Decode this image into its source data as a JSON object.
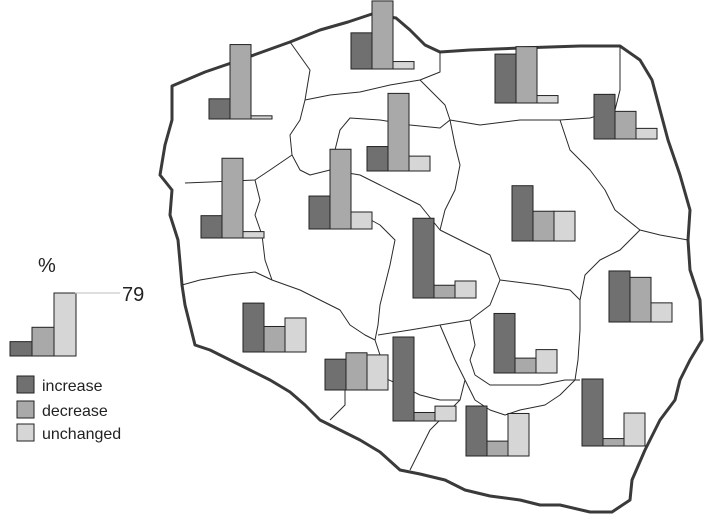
{
  "legend": {
    "unit": "%",
    "max_label": "79",
    "example_values": [
      18,
      36,
      79
    ],
    "items": [
      {
        "key": "increase",
        "label": "increase",
        "color": "#707070"
      },
      {
        "key": "decrease",
        "label": "decrease",
        "color": "#a9a9a9"
      },
      {
        "key": "unchanged",
        "label": "unchanged",
        "color": "#d6d6d6"
      }
    ]
  },
  "colors": {
    "border": "#3a3a3a",
    "background": "#ffffff"
  },
  "chart_data": {
    "type": "bar",
    "categories": [
      "increase",
      "decrease",
      "unchanged"
    ],
    "ylim": [
      0,
      79
    ],
    "regions": [
      {
        "values": [
          19,
          70,
          3
        ]
      },
      {
        "values": [
          34,
          64,
          7
        ]
      },
      {
        "values": [
          46,
          53,
          7
        ]
      },
      {
        "values": [
          42,
          26,
          10
        ]
      },
      {
        "values": [
          23,
          73,
          14
        ]
      },
      {
        "values": [
          21,
          75,
          6
        ]
      },
      {
        "values": [
          31,
          75,
          16
        ]
      },
      {
        "values": [
          52,
          28,
          28
        ]
      },
      {
        "values": [
          75,
          12,
          16
        ]
      },
      {
        "values": [
          48,
          42,
          18
        ]
      },
      {
        "values": [
          46,
          24,
          32
        ]
      },
      {
        "values": [
          29,
          35,
          33
        ]
      },
      {
        "values": [
          79,
          8,
          14
        ]
      },
      {
        "values": [
          56,
          14,
          22
        ]
      },
      {
        "values": [
          47,
          14,
          40
        ]
      },
      {
        "values": [
          63,
          7,
          31
        ]
      }
    ]
  }
}
